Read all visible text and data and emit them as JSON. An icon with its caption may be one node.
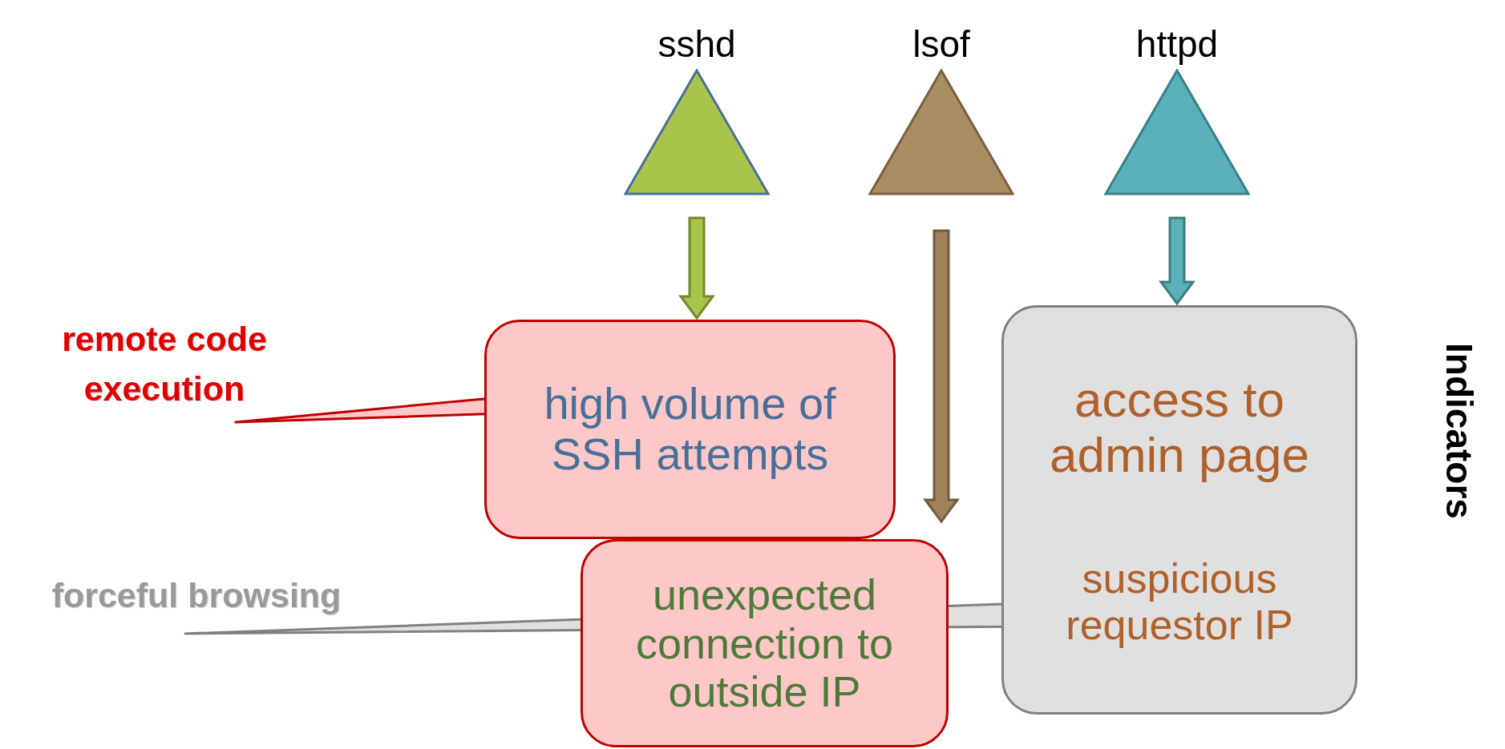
{
  "diagram": {
    "nodes": [
      {
        "text": [
          "sshd"
        ]
      },
      {
        "text": [
          "lsof"
        ]
      },
      {
        "text": [
          "httpd"
        ]
      },
      {
        "text": [
          "remote code execution"
        ]
      },
      {
        "text": [
          "high volume of SSH attempts"
        ]
      },
      {
        "text": [
          "forceful browsing"
        ]
      },
      {
        "text": [
          "unexpected connection to outside IP"
        ]
      },
      {
        "text": [
          "access to admin page",
          "suspicious requestor IP"
        ]
      }
    ],
    "edges": [
      {
        "from": 0,
        "to": 4,
        "arrow": "to",
        "color": "#a8c44a"
      },
      {
        "from": 1,
        "to": 6,
        "arrow": "to",
        "color": "#a0825a"
      },
      {
        "from": 2,
        "to": 7,
        "arrow": "to",
        "color": "#5ab0b8"
      },
      {
        "from": 4,
        "to": 3,
        "arrow": "none",
        "color": "#c00000"
      },
      {
        "from": 7,
        "to": 5,
        "arrow": "none",
        "color": "#808080"
      }
    ],
    "labels": [
      "Indicators"
    ]
  }
}
